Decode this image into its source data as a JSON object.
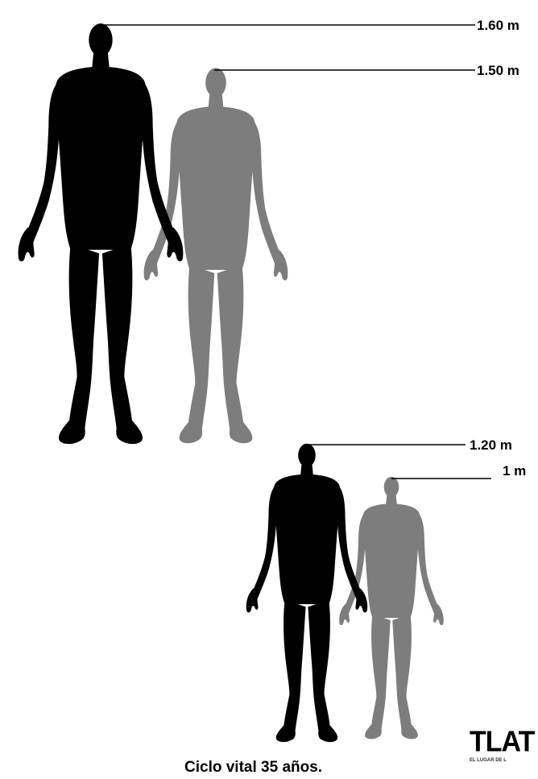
{
  "height_markers": [
    {
      "label": "1.60 m"
    },
    {
      "label": "1.50 m"
    },
    {
      "label": "1.20 m"
    },
    {
      "label": "1 m"
    }
  ],
  "figures": [
    {
      "name": "adult-1-60",
      "color": "#000000"
    },
    {
      "name": "adult-1-50",
      "color": "#7d7d7d"
    },
    {
      "name": "child-1-20",
      "color": "#000000"
    },
    {
      "name": "child-1-00",
      "color": "#7d7d7d"
    }
  ],
  "caption": "Ciclo vital 35 años.",
  "logo": {
    "mark": "TLAT",
    "tagline": "EL LUGAR DE L"
  }
}
